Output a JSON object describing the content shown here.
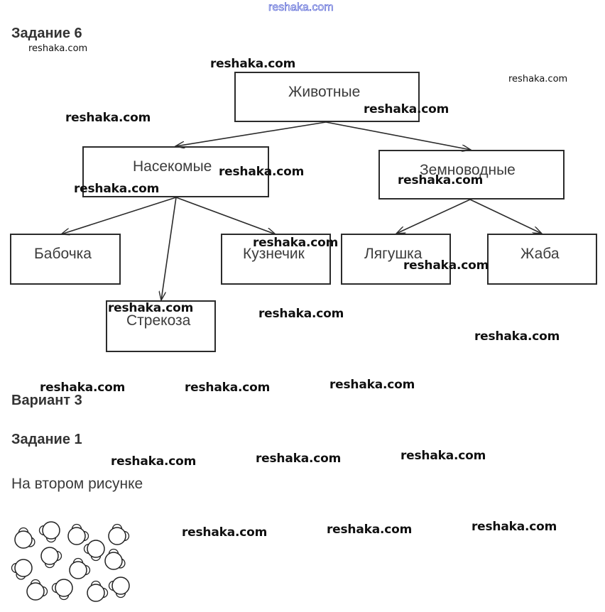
{
  "header_watermark": "reshaka.com",
  "task6": {
    "title": "Задание 6",
    "diagram": {
      "root": "Животные",
      "groups": [
        {
          "label": "Насекомые",
          "children": [
            "Бабочка",
            "Стрекоза",
            "Кузнечик"
          ]
        },
        {
          "label": "Земноводные",
          "children": [
            "Лягушка",
            "Жаба"
          ]
        }
      ]
    }
  },
  "variant": {
    "title": "Вариант 3"
  },
  "task1": {
    "title": "Задание 1",
    "text": "На втором рисунке",
    "figure": "molecules-figure"
  },
  "watermarks": {
    "text": "reshaka.com",
    "small_text": "reshaka.com"
  },
  "colors": {
    "watermark_top": "#3344cc",
    "lines": "#2b2b2b",
    "text": "#3c3c3c"
  }
}
